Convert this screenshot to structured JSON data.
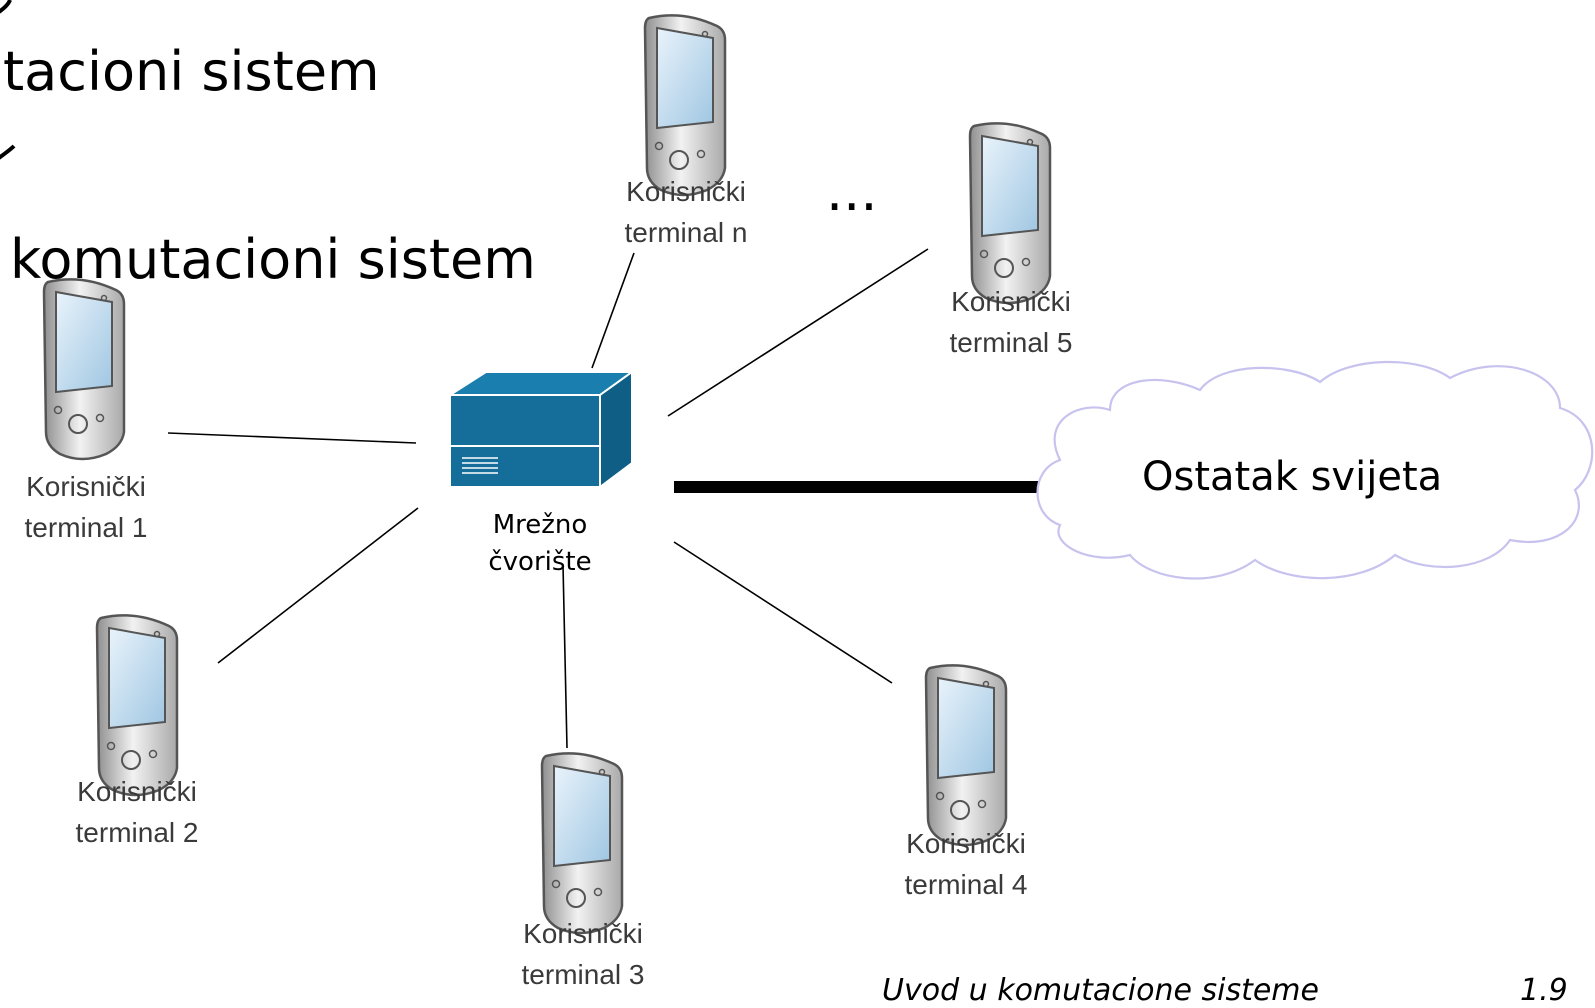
{
  "slide_text": {
    "fragment_1": "tacioni sistem",
    "fragment_2": "komutacioni sistem",
    "ellipsis": "..."
  },
  "hub": {
    "name_line1": "Mrežno",
    "name_line2": "čvorište",
    "icon": "server-box-icon",
    "color": "#156d9a"
  },
  "terminals": [
    {
      "id": "n",
      "line1": "Korisnički",
      "line2": "terminal n",
      "icon": "pda-icon"
    },
    {
      "id": "5",
      "line1": "Korisnički",
      "line2": "terminal 5",
      "icon": "pda-icon"
    },
    {
      "id": "1",
      "line1": "Korisnički",
      "line2": "terminal 1",
      "icon": "pda-icon"
    },
    {
      "id": "2",
      "line1": "Korisnički",
      "line2": "terminal 2",
      "icon": "pda-icon"
    },
    {
      "id": "3",
      "line1": "Korisnički",
      "line2": "terminal 3",
      "icon": "pda-icon"
    },
    {
      "id": "4",
      "line1": "Korisnički",
      "line2": "terminal 4",
      "icon": "pda-icon"
    }
  ],
  "cloud": {
    "label": "Ostatak svijeta",
    "icon": "cloud-icon",
    "outline_color": "#c7c3ee"
  },
  "footer": {
    "title": "Uvod u komutacione sisteme",
    "page": "1.9"
  }
}
